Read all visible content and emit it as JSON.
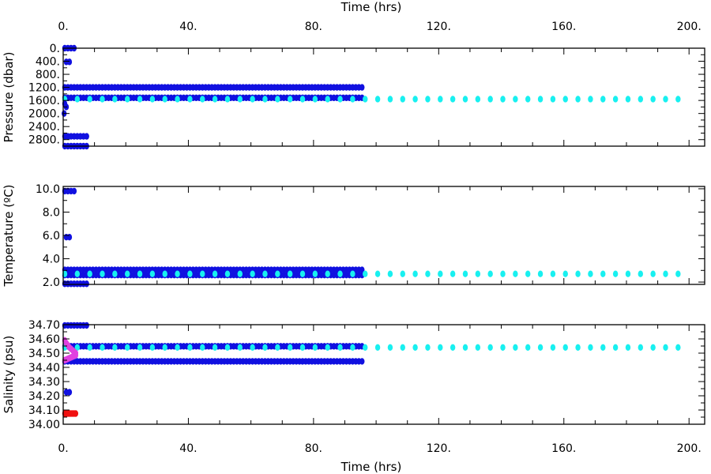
{
  "chart_data": {
    "type": "scatter",
    "x_axis": {
      "label": "Time (hrs)",
      "ticks": [
        "0.",
        "40.",
        "80.",
        "120.",
        "160.",
        "200."
      ],
      "range": [
        0,
        205
      ]
    },
    "colors": {
      "blue": "#1010e0",
      "cyan": "#18f0f0",
      "magenta": "#e040e0",
      "red": "#f01010"
    },
    "panels": [
      {
        "ylabel": "Pressure (dbar)",
        "ylim": [
          0,
          3000
        ],
        "y_inverted": true,
        "ytick_labels": [
          "0.",
          "400.",
          "800.",
          "1200.",
          "1600.",
          "2000.",
          "2400.",
          "2800."
        ],
        "ytick_values": [
          0,
          400,
          800,
          1200,
          1600,
          2000,
          2400,
          2800
        ],
        "series": [
          {
            "color": "blue",
            "x_start": 0.5,
            "x_end": 96,
            "step": 1,
            "y": 1200
          },
          {
            "color": "blue",
            "x_start": 0.5,
            "x_end": 96,
            "step": 1,
            "y": 1520
          },
          {
            "color": "cyan",
            "x_start": 0.5,
            "x_end": 200,
            "step": 4,
            "y": 1560
          },
          {
            "color": "blue",
            "x_start": 0.5,
            "x_end": 4,
            "step": 1,
            "y": 0
          },
          {
            "color": "blue",
            "x_start": 1,
            "x_end": 2,
            "step": 1,
            "y": 420
          },
          {
            "color": "blue",
            "x_start": 0.5,
            "x_end": 8,
            "step": 1,
            "y": 2700
          },
          {
            "color": "blue",
            "x_start": 0.5,
            "x_end": 8,
            "step": 1,
            "y": 3000
          },
          {
            "color": "blue",
            "x": [
              0.5,
              1,
              0.3
            ],
            "y": [
              1700,
              1800,
              2000
            ]
          }
        ]
      },
      {
        "ylabel": "Temperature (ºC)",
        "ylim": [
          1.8,
          10.2
        ],
        "y_inverted": false,
        "ytick_labels": [
          "2.0",
          "4.0",
          "6.0",
          "8.0",
          "10.0"
        ],
        "ytick_values": [
          2,
          4,
          6,
          8,
          10
        ],
        "series": [
          {
            "color": "blue",
            "x_start": 0.5,
            "x_end": 96,
            "step": 1,
            "y": 3.05
          },
          {
            "color": "blue",
            "x_start": 0.5,
            "x_end": 96,
            "step": 1,
            "y": 2.6
          },
          {
            "color": "cyan",
            "x_start": 0.5,
            "x_end": 200,
            "step": 4,
            "y": 2.7
          },
          {
            "color": "blue",
            "x_start": 0.5,
            "x_end": 4,
            "step": 1,
            "y": 9.8
          },
          {
            "color": "blue",
            "x_start": 1,
            "x_end": 2,
            "step": 1,
            "y": 5.85
          },
          {
            "color": "blue",
            "x_start": 0.5,
            "x_end": 8,
            "step": 1,
            "y": 1.85
          }
        ]
      },
      {
        "ylabel": "Salinity (psu)",
        "ylim": [
          34.0,
          34.7
        ],
        "y_inverted": false,
        "ytick_labels": [
          "34.00",
          "34.10",
          "34.20",
          "34.30",
          "34.40",
          "34.50",
          "34.60",
          "34.70"
        ],
        "ytick_values": [
          34.0,
          34.1,
          34.2,
          34.3,
          34.4,
          34.5,
          34.6,
          34.7
        ],
        "series": [
          {
            "color": "blue",
            "x_start": 0.5,
            "x_end": 96,
            "step": 1,
            "y": 34.548
          },
          {
            "color": "blue",
            "x_start": 0.5,
            "x_end": 96,
            "step": 1,
            "y": 34.442
          },
          {
            "color": "cyan",
            "x_start": 0.5,
            "x_end": 200,
            "step": 4,
            "y": 34.54
          },
          {
            "color": "blue",
            "x_start": 0.5,
            "x_end": 8,
            "step": 1,
            "y": 34.695
          },
          {
            "color": "blue",
            "x_start": 1,
            "x_end": 2,
            "step": 1,
            "y": 34.225
          },
          {
            "color": "red",
            "x_start": 0.5,
            "x_end": 4,
            "step": 0.5,
            "y": 34.075
          },
          {
            "color": "magenta",
            "x": [
              0.5,
              1,
              1.5,
              2,
              2.5,
              3,
              3.5,
              4
            ],
            "y": [
              34.59,
              34.57,
              34.555,
              34.54,
              34.53,
              34.52,
              34.51,
              34.5
            ]
          },
          {
            "color": "magenta",
            "x": [
              0.5,
              1,
              1.5,
              2,
              2.5,
              3,
              3.5,
              4
            ],
            "y": [
              34.45,
              34.455,
              34.46,
              34.465,
              34.47,
              34.475,
              34.48,
              34.485
            ]
          }
        ]
      }
    ]
  }
}
